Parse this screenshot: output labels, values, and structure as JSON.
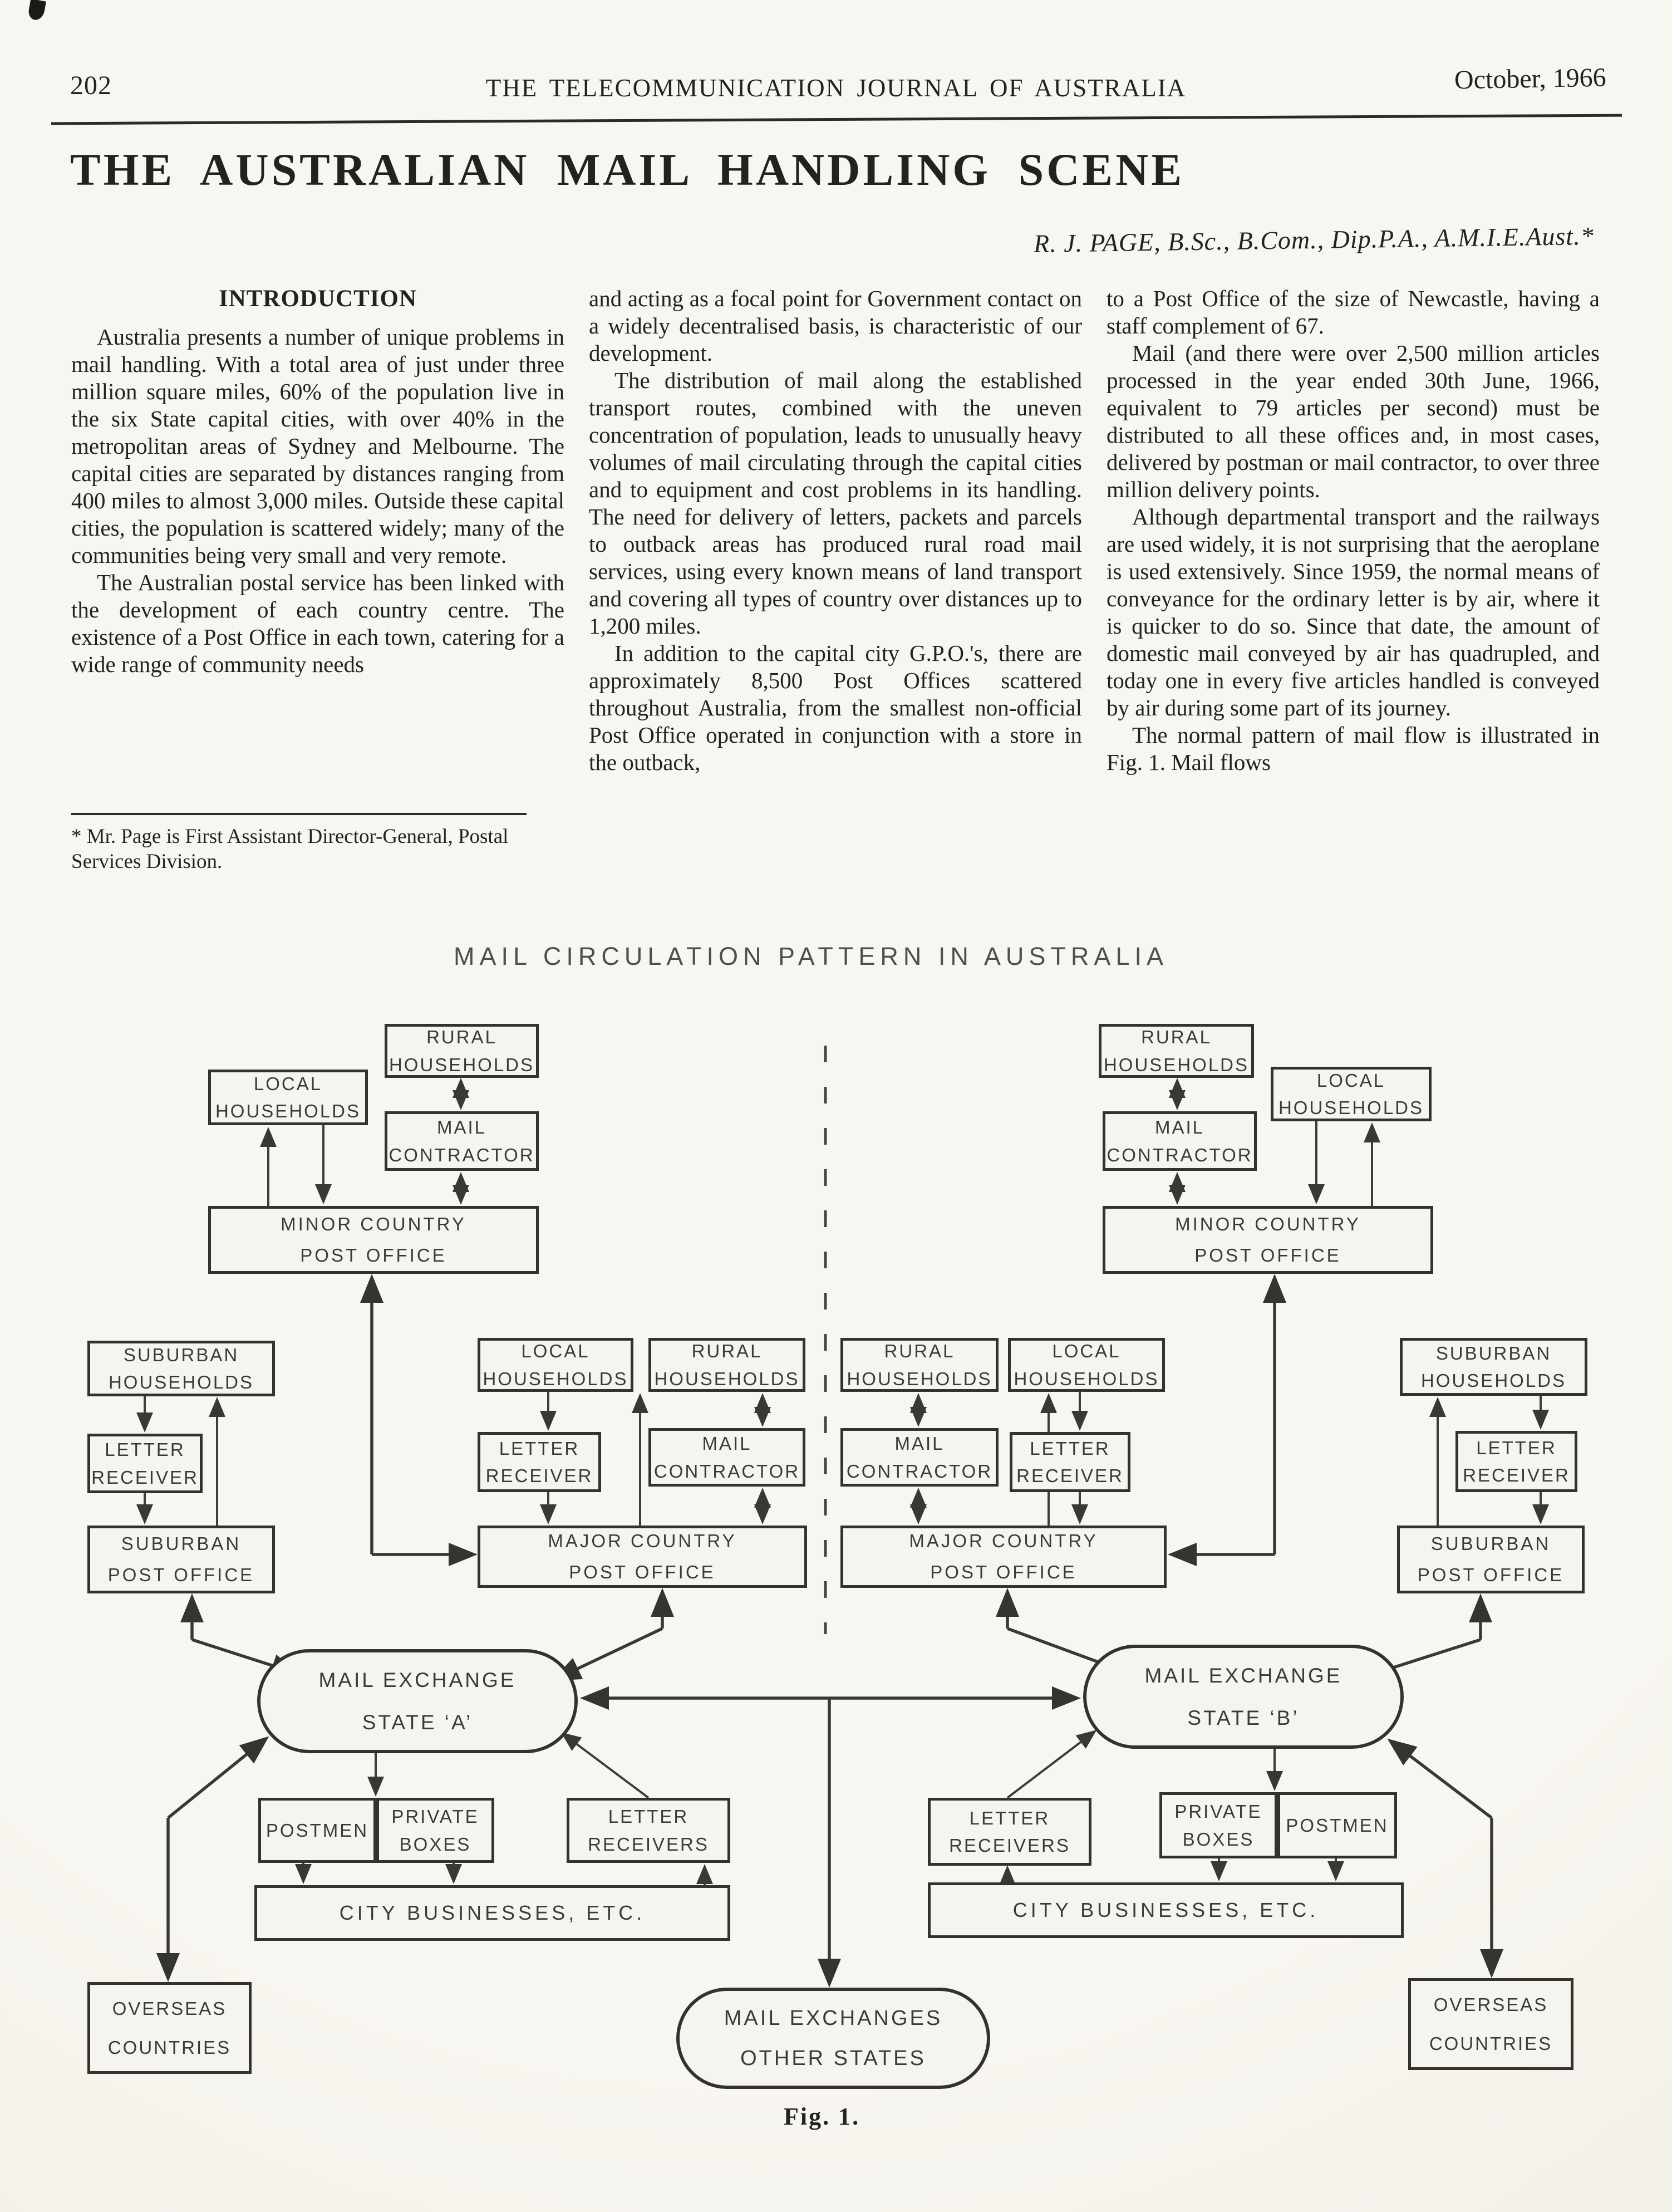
{
  "colors": {
    "paper": "#f5f3ed",
    "ink": "#24221d"
  },
  "header": {
    "page_number": "202",
    "journal_title": "THE TELECOMMUNICATION JOURNAL OF AUSTRALIA",
    "issue_date": "October, 1966"
  },
  "article": {
    "title": "THE AUSTRALIAN MAIL HANDLING SCENE",
    "author": "R. J. PAGE, B.Sc., B.Com., Dip.P.A., A.M.I.E.Aust.*",
    "intro_heading": "INTRODUCTION",
    "col1": {
      "p1": "Australia presents a number of unique problems in mail handling. With a total area of just under three million square miles, 60% of the population live in the six State capital cities, with over 40% in the metropolitan areas of Sydney and Melbourne. The capital cities are separated by distances ranging from 400 miles to almost 3,000 miles. Outside these capital cities, the population is scattered widely; many of the communities being very small and very remote.",
      "p2": "The Australian postal service has been linked with the development of each country centre. The existence of a Post Office in each town, catering for a wide range of community needs"
    },
    "col2": {
      "p1": "and acting as a focal point for Government contact on a widely decentralised basis, is characteristic of our development.",
      "p2": "The distribution of mail along the established transport routes, combined with the uneven concentration of population, leads to unusually heavy volumes of mail circulating through the capital cities and to equipment and cost problems in its handling. The need for delivery of letters, packets and parcels to outback areas has produced rural road mail services, using every known means of land transport and covering all types of country over distances up to 1,200 miles.",
      "p3": "In addition to the capital city G.P.O.'s, there are approximately 8,500 Post Offices scattered throughout Australia, from the smallest non-official Post Office operated in conjunction with a store in the outback,"
    },
    "col3": {
      "p1": "to a Post Office of the size of Newcastle, having a staff complement of 67.",
      "p2": "Mail (and there were over 2,500 million articles processed in the year ended 30th June, 1966, equivalent to 79 articles per second) must be distributed to all these offices and, in most cases, delivered by postman or mail contractor, to over three million delivery points.",
      "p3": "Although departmental transport and the railways are used widely, it is not surprising that the aeroplane is used extensively. Since 1959, the normal means of conveyance for the ordinary letter is by air, where it is quicker to do so. Since that date, the amount of domestic mail conveyed by air has quadrupled, and today one in every five articles handled is conveyed by air during some part of its journey.",
      "p4": "The normal pattern of mail flow is illustrated in Fig. 1. Mail flows"
    },
    "footnote": "* Mr. Page is First Assistant Director-General, Postal Services Division."
  },
  "figure": {
    "title": "MAIL CIRCULATION PATTERN IN AUSTRALIA",
    "caption": "Fig. 1.",
    "labels": {
      "rural_households": "RURAL\nHOUSEHOLDS",
      "local_households": "LOCAL\nHOUSEHOLDS",
      "mail_contractor": "MAIL\nCONTRACTOR",
      "minor_country_post_office": "MINOR COUNTRY\nPOST OFFICE",
      "suburban_households": "SUBURBAN\nHOUSEHOLDS",
      "letter_receiver": "LETTER\nRECEIVER",
      "suburban_post_office": "SUBURBAN\nPOST OFFICE",
      "major_country_post_office": "MAJOR COUNTRY\nPOST OFFICE",
      "mail_exchange_state_a": "MAIL EXCHANGE\nSTATE ‘A’",
      "mail_exchange_state_b": "MAIL EXCHANGE\nSTATE ‘B’",
      "postmen": "POSTMEN",
      "private_boxes": "PRIVATE\nBOXES",
      "letter_receivers": "LETTER\nRECEIVERS",
      "city_businesses": "CITY BUSINESSES, ETC.",
      "overseas_countries": "OVERSEAS\nCOUNTRIES",
      "mail_exchanges_other_states": "MAIL EXCHANGES\nOTHER STATES"
    }
  }
}
